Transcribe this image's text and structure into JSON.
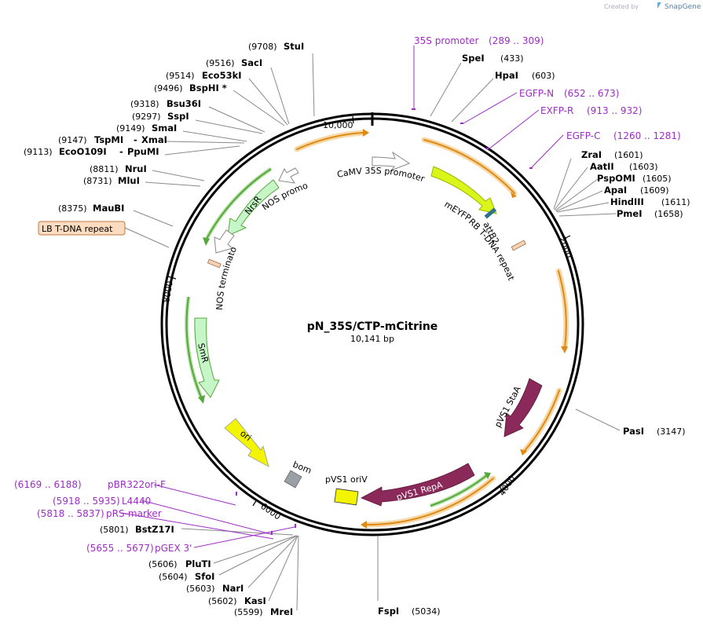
{
  "header": {
    "created_by": "Created by",
    "brand": "SnapGene"
  },
  "plasmid": {
    "name": "pN_35S/CTP-mCitrine",
    "size": "10,141 bp"
  },
  "tick_labels": [
    "10,000",
    "2000",
    "4000",
    "6000",
    "8000"
  ],
  "sites": [
    {
      "id": "stui",
      "name": "StuI",
      "pos": "(9708)"
    },
    {
      "id": "saci",
      "name": "SacI",
      "pos": "(9516)"
    },
    {
      "id": "eco53ki",
      "name": "Eco53kI",
      "pos": "(9514)"
    },
    {
      "id": "bsphi",
      "name": "BspHI *",
      "pos": "(9496)"
    },
    {
      "id": "bsu36i",
      "name": "Bsu36I",
      "pos": "(9318)"
    },
    {
      "id": "sspi",
      "name": "SspI",
      "pos": "(9297)"
    },
    {
      "id": "smai",
      "name": "SmaI",
      "pos": "(9149)"
    },
    {
      "id": "tspmi",
      "name": "TspMI",
      "name2": "XmaI",
      "pos": "(9147)"
    },
    {
      "id": "eco0109i",
      "name": "EcoO109I",
      "name2": "PpuMI",
      "pos": "(9113)"
    },
    {
      "id": "drui",
      "name": "NruI",
      "pos": "(8811)"
    },
    {
      "id": "mlui",
      "name": "MluI",
      "pos": "(8731)"
    },
    {
      "id": "maubi",
      "name": "MauBI",
      "pos": "(8375)"
    },
    {
      "id": "spei",
      "name": "SpeI",
      "pos": "(433)"
    },
    {
      "id": "hpai",
      "name": "HpaI",
      "pos": "(603)"
    },
    {
      "id": "zrai",
      "name": "ZraI",
      "pos": "(1601)"
    },
    {
      "id": "aatii",
      "name": "AatII",
      "pos": "(1603)"
    },
    {
      "id": "psp0mi",
      "name": "PspOMI",
      "pos": "(1605)"
    },
    {
      "id": "apai",
      "name": "ApaI",
      "pos": "(1609)"
    },
    {
      "id": "hindiii",
      "name": "HindIII",
      "pos": "(1611)"
    },
    {
      "id": "pmei",
      "name": "PmeI",
      "pos": "(1658)"
    },
    {
      "id": "pasi",
      "name": "PasI",
      "pos": "(3147)"
    },
    {
      "id": "fspi",
      "name": "FspI",
      "pos": "(5034)"
    },
    {
      "id": "bstz17i",
      "name": "BstZ17I",
      "pos": "(5801)"
    },
    {
      "id": "pluti",
      "name": "PluTI",
      "pos": "(5606)"
    },
    {
      "id": "sfoi",
      "name": "SfoI",
      "pos": "(5604)"
    },
    {
      "id": "nari",
      "name": "NarI",
      "pos": "(5603)"
    },
    {
      "id": "kasi",
      "name": "KasI",
      "pos": "(5602)"
    },
    {
      "id": "mrei",
      "name": "MreI",
      "pos": "(5599)"
    }
  ],
  "primers": [
    {
      "id": "35s",
      "name": "35S promoter",
      "range": "(289 .. 309)"
    },
    {
      "id": "egfpn",
      "name": "EGFP-N",
      "range": "(652 .. 673)"
    },
    {
      "id": "exfpr",
      "name": "EXFP-R",
      "range": "(913 .. 932)"
    },
    {
      "id": "egfpc",
      "name": "EGFP-C",
      "range": "(1260 .. 1281)"
    },
    {
      "id": "pbr",
      "name": "pBR322ori-F",
      "range": "(6169 .. 6188)"
    },
    {
      "id": "l4440",
      "name": "L4440",
      "range": "(5918 .. 5935)"
    },
    {
      "id": "prs",
      "name": "pRS-marker",
      "range": "(5818 .. 5837)"
    },
    {
      "id": "pgex",
      "name": "pGEX 3'",
      "range": "(5655 .. 5677)"
    }
  ],
  "features": {
    "lb": "LB T-DNA repeat",
    "rb": "RB T-DNA repeat",
    "attb2": "attB2",
    "camv": "CaMV 35S promoter",
    "meyfp": "mEYFP",
    "nos_promoter": "NOS promoter",
    "nrsr": "NrsR",
    "nos_terminator": "NOS terminator",
    "smr": "SmR",
    "ori": "ori",
    "bom": "bom",
    "pvs1_oriv": "pVS1 oriV",
    "pvs1_repa": "pVS1 RepA",
    "pvs1_staa": "pVS1 StaA"
  },
  "colors": {
    "primer": "#9b2fc4",
    "orf": "#f0a848",
    "green_cds": "#56a83c",
    "yellow": "#f2f400",
    "maroon": "#8b2a5a",
    "lightgreen": "#c6f5c8",
    "lb_box": "#fbdcc0"
  }
}
